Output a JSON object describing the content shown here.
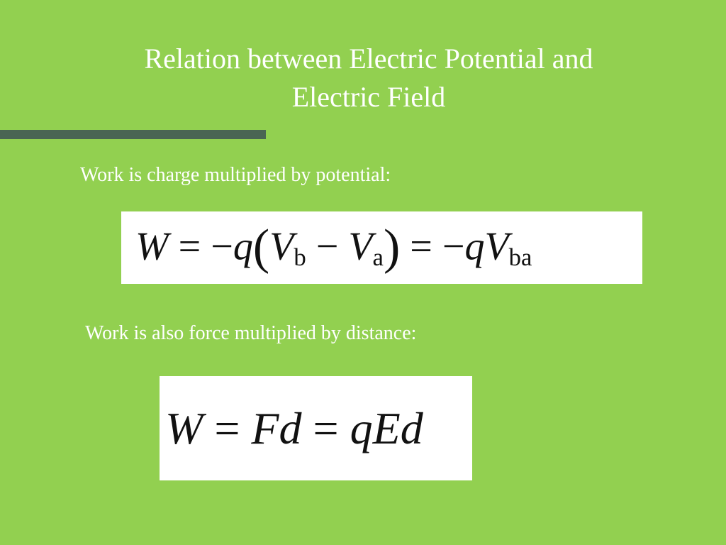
{
  "slide": {
    "title_line1": "Relation between Electric Potential and",
    "title_line2": "Electric Field",
    "text1": "Work is charge multiplied by potential:",
    "text2": "Work is also force multiplied by distance:"
  },
  "eq1": {
    "W": "W",
    "eq_a": " = −",
    "q": "q",
    "lparen": "(",
    "Vb": "V",
    "sub_b": "b",
    "minus": " − ",
    "Va": "V",
    "sub_a": "a",
    "rparen": ")",
    "eq_b": " = −",
    "q2": "qV",
    "sub_ba": "ba"
  },
  "eq2": {
    "W": "W",
    "eq_a": " = ",
    "Fd": "Fd",
    "eq_b": " = ",
    "qEd": "qEd"
  },
  "colors": {
    "background": "#92d050",
    "rule": "#4a6553",
    "text": "#ffffff"
  }
}
